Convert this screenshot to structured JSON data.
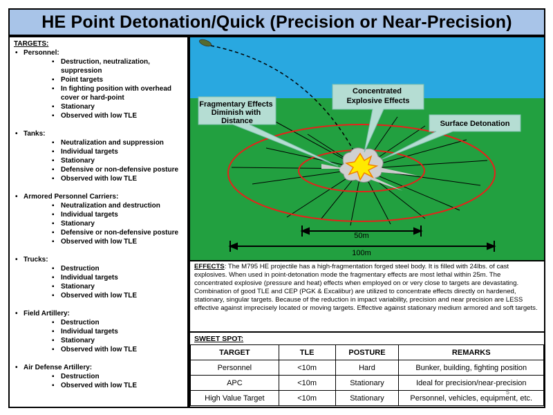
{
  "title": "HE Point Detonation/Quick (Precision or Near-Precision)",
  "targets": {
    "heading": "TARGETS:",
    "categories": [
      {
        "name": "Personnel:",
        "items": [
          "Destruction, neutralization, suppression",
          "Point targets",
          "In fighting position with overhead cover or hard-point",
          "Stationary",
          "Observed with low TLE"
        ]
      },
      {
        "name": "Tanks:",
        "items": [
          "Neutralization and suppression",
          "Individual targets",
          "Stationary",
          "Defensive or non-defensive posture",
          "Observed with low TLE"
        ]
      },
      {
        "name": "Armored Personnel Carriers:",
        "items": [
          "Neutralization and destruction",
          "Individual targets",
          "Stationary",
          "Defensive or non-defensive posture",
          "Observed with low TLE"
        ]
      },
      {
        "name": "Trucks:",
        "items": [
          "Destruction",
          "Individual targets",
          "Stationary",
          "Observed with low TLE"
        ]
      },
      {
        "name": "Field Artillery:",
        "items": [
          "Destruction",
          "Individual targets",
          "Stationary",
          "Observed with low TLE"
        ]
      },
      {
        "name": "Air Defense Artillery:",
        "items": [
          "Destruction",
          "Observed with low TLE"
        ]
      }
    ]
  },
  "diagram": {
    "callout_fragmentary": "Fragmentary Effects Diminish with Distance",
    "callout_fragmentary_lines": [
      "Fragmentary Effects",
      "Diminish with",
      "Distance"
    ],
    "callout_concentrated_lines": [
      "Concentrated",
      "Explosive Effects"
    ],
    "callout_surface": "Surface Detonation",
    "dim_50": "50m",
    "dim_100": "100m",
    "colors": {
      "sky": "#29a8e0",
      "ground": "#22a040",
      "ring": "#e8201a",
      "callout": "#b5ddd3"
    }
  },
  "effects": {
    "label": "EFFECTS",
    "text": ": The M795 HE projectile has a high-fragmentation forged steel body. It is filled with 24lbs. of cast explosives. When used in point-detonation mode the fragmentary effects are most lethal within 25m. The concentrated explosive (pressure and heat) effects when employed on or very close to targets are devastating. Combination of good TLE and CEP (PGK & Excalibur) are utilized to concentrate effects directly on hardened, stationary, singular targets. Because of the reduction in impact variability, precision and near precision are LESS effective against imprecisely located or moving targets. Effective against stationary medium armored and soft targets."
  },
  "sweet_spot": {
    "heading": "SWEET SPOT:",
    "columns": [
      "TARGET",
      "TLE",
      "POSTURE",
      "REMARKS"
    ],
    "rows": [
      [
        "Personnel",
        "<10m",
        "Hard",
        "Bunker, building, fighting position"
      ],
      [
        "APC",
        "<10m",
        "Stationary",
        "Ideal for precision/near-precision"
      ],
      [
        "High Value Target",
        "<10m",
        "Stationary",
        "Personnel, vehicles, equipment, etc."
      ]
    ]
  },
  "page_number": "5"
}
